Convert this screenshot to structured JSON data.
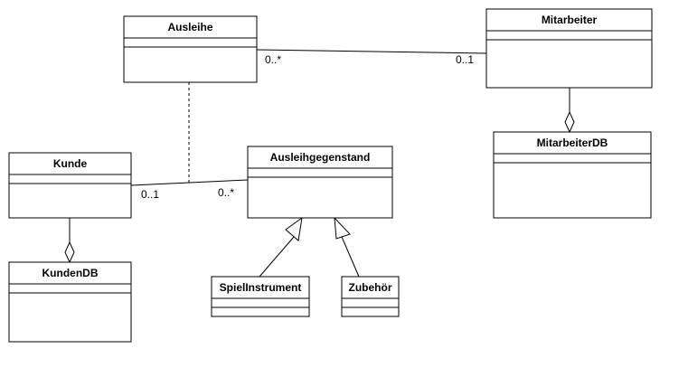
{
  "classes": {
    "ausleihe": "Ausleihe",
    "mitarbeiter": "Mitarbeiter",
    "mitarbeiter_db": "MitarbeiterDB",
    "kunde": "Kunde",
    "ausleihgegenstand": "Ausleihgegenstand",
    "kunden_db": "KundenDB",
    "spielinstrument": "SpielInstrument",
    "zubehoer": "Zubehör"
  },
  "multiplicities": {
    "ausleihe_mitarbeiter_near_ausleihe": "0..*",
    "ausleihe_mitarbeiter_near_mitarbeiter": "0..1",
    "kunde_gegenstand_near_kunde": "0..1",
    "kunde_gegenstand_near_gegenstand": "0..*"
  }
}
